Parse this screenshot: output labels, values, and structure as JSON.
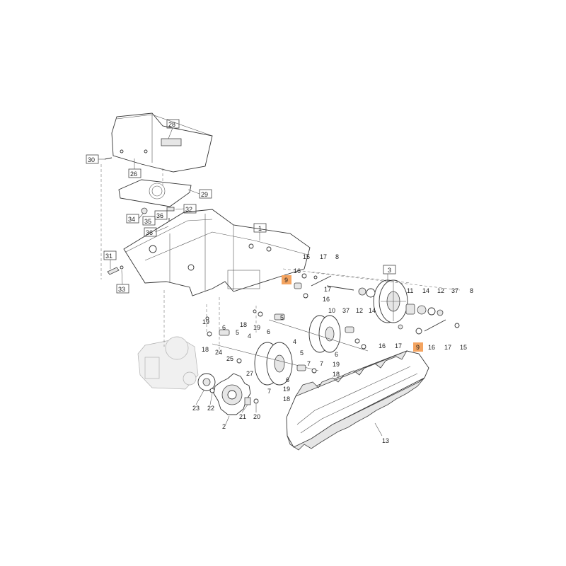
{
  "colors": {
    "highlight": "#f4a460",
    "line": "#333333",
    "background": "#ffffff"
  },
  "callouts": {
    "c1": "1",
    "c2": "2",
    "c3": "3",
    "c4a": "4",
    "c4b": "4",
    "c5a": "5",
    "c5b": "5",
    "c5c": "5",
    "c6a": "6",
    "c6b": "6",
    "c6c": "6",
    "c6d": "6",
    "c7a": "7",
    "c7b": "7",
    "c7c": "7",
    "c8a": "8",
    "c8b": "8",
    "c9a": "9",
    "c9b": "9",
    "c10": "10",
    "c11": "11",
    "c12a": "12",
    "c12b": "12",
    "c13": "13",
    "c14a": "14",
    "c14b": "14",
    "c15a": "15",
    "c15b": "15",
    "c16a": "16",
    "c16b": "16",
    "c16c": "16",
    "c16d": "16",
    "c17a": "17",
    "c17b": "17",
    "c17c": "17",
    "c17d": "17",
    "c18a": "18",
    "c18b": "18",
    "c18c": "18",
    "c18d": "18",
    "c19a": "19",
    "c19b": "19",
    "c19c": "19",
    "c19d": "19",
    "c20": "20",
    "c21": "21",
    "c22": "22",
    "c23": "23",
    "c24": "24",
    "c25": "25",
    "c26": "26",
    "c27": "27",
    "c28": "28",
    "c29": "29",
    "c30": "30",
    "c31": "31",
    "c32": "32",
    "c33": "33",
    "c34": "34",
    "c35": "35",
    "c36a": "36",
    "c36b": "36",
    "c37a": "37",
    "c37b": "37"
  }
}
